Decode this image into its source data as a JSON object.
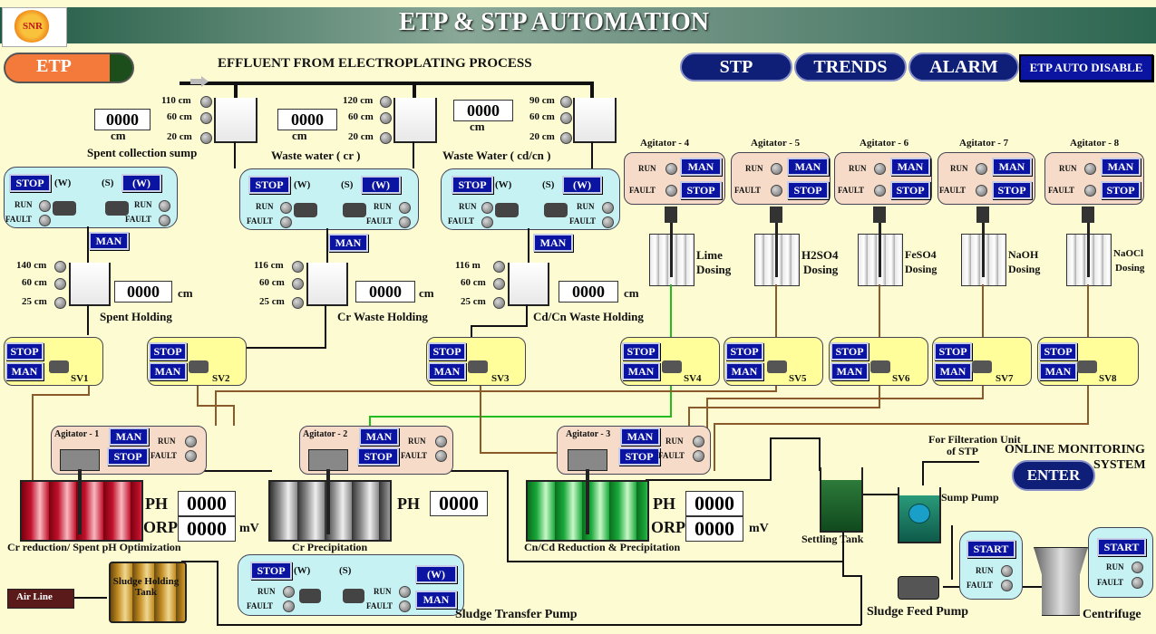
{
  "title": "ETP & STP AUTOMATION",
  "logo_text": "SNR",
  "nav": {
    "etp": "ETP",
    "stp": "STP",
    "trends": "TRENDS",
    "alarm": "ALARM",
    "etp_auto_disable": "ETP AUTO DISABLE"
  },
  "header_label": "EFFLUENT FROM ELECTROPLATING PROCESS",
  "sumps": [
    {
      "name": "Spent collection sump",
      "levels": [
        "110 cm",
        "60 cm",
        "20 cm"
      ],
      "value": "0000",
      "unit": "cm"
    },
    {
      "name": "Waste water ( cr )",
      "levels": [
        "120 cm",
        "60 cm",
        "20 cm"
      ],
      "value": "0000",
      "unit": "cm"
    },
    {
      "name": "Waste Water  ( cd/cn )",
      "levels": [
        "90 cm",
        "60 cm",
        "20 cm"
      ],
      "value": "0000",
      "unit": "cm"
    }
  ],
  "pump_panel": {
    "stop": "STOP",
    "w": "(W)",
    "s": "(S)",
    "run": "RUN",
    "fault": "FAULT",
    "man": "MAN"
  },
  "holding": [
    {
      "name": "Spent Holding",
      "levels": [
        "140 cm",
        "60 cm",
        "25 cm"
      ],
      "value": "0000",
      "unit": "cm"
    },
    {
      "name": "Cr Waste Holding",
      "levels": [
        "116 cm",
        "60 cm",
        "25 cm"
      ],
      "value": "0000",
      "unit": "cm"
    },
    {
      "name": "Cd/Cn Waste Holding",
      "levels": [
        "116 m",
        "60 cm",
        "25 cm"
      ],
      "value": "0000",
      "unit": "cm"
    }
  ],
  "dosing": [
    {
      "agitator": "Agitator - 4",
      "name1": "Lime",
      "name2": "Dosing"
    },
    {
      "agitator": "Agitator - 5",
      "name1": "H2SO4",
      "name2": "Dosing"
    },
    {
      "agitator": "Agitator - 6",
      "name1": "FeSO4",
      "name2": "Dosing"
    },
    {
      "agitator": "Agitator - 7",
      "name1": "NaOH",
      "name2": "Dosing"
    },
    {
      "agitator": "Agitator - 8",
      "name1": "NaOCl",
      "name2": "Dosing"
    }
  ],
  "valves": [
    "SV1",
    "SV2",
    "SV3",
    "SV4",
    "SV5",
    "SV6",
    "SV7",
    "SV8"
  ],
  "reactors": [
    {
      "agitator": "Agitator - 1",
      "name": "Cr reduction/ Spent  pH Optimization",
      "ph": "0000",
      "orp": "0000",
      "color": "#c0102a"
    },
    {
      "agitator": "Agitator - 2",
      "name": "Cr Precipitation",
      "ph": "0000",
      "color": "#888888"
    },
    {
      "agitator": "Agitator - 3",
      "name": "Cn/Cd Reduction & Precipitation",
      "ph": "0000",
      "orp": "0000",
      "color": "#1aa83a"
    }
  ],
  "labels": {
    "ph": "PH",
    "orp": "ORP",
    "mv": "mV",
    "run": "RUN",
    "fault": "FAULT",
    "man": "MAN",
    "stop": "STOP",
    "start": "START"
  },
  "misc": {
    "settling_tank": "Settling Tank",
    "filtration": "For Filteration Unit",
    "of_stp": "of STP",
    "online_monitoring": "ONLINE MONITORING",
    "system": "SYSTEM",
    "enter": "ENTER",
    "sump_pump": "Sump Pump",
    "sludge_holding_tank": "Sludge Holding Tank",
    "air_line": "Air Line",
    "sludge_transfer_pump": "Sludge Transfer Pump",
    "sludge_feed_pump": "Sludge Feed Pump",
    "centrifuge": "Centrifuge"
  }
}
